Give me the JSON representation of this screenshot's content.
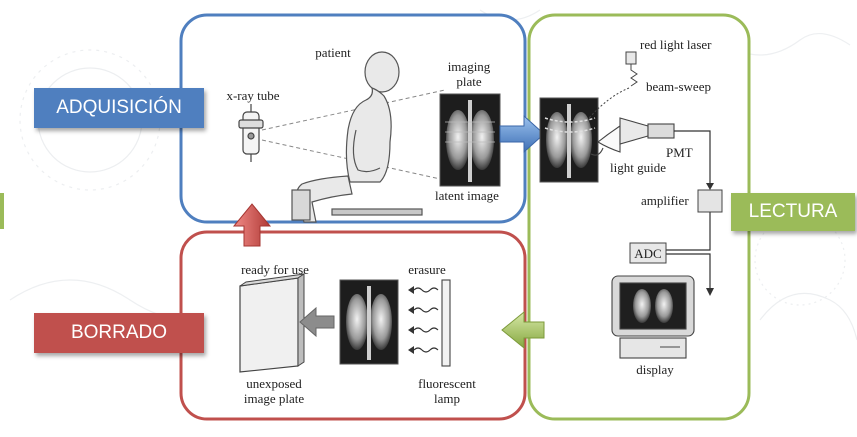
{
  "stages": {
    "acquisition": {
      "title": "ADQUISICIÓN",
      "color": "#4f7fbf"
    },
    "reading": {
      "title": "LECTURA",
      "color": "#9bbb59"
    },
    "erasing": {
      "title": "BORRADO",
      "color": "#c0504d"
    }
  },
  "labels": {
    "xray_tube": "x-ray tube",
    "patient": "patient",
    "imaging_plate_1": "imaging",
    "imaging_plate_2": "plate",
    "latent_image": "latent image",
    "red_light_laser": "red light laser",
    "beam_sweep": "beam-sweep",
    "pmt": "PMT",
    "light_guide": "light guide",
    "amplifier": "amplifier",
    "adc": "ADC",
    "display": "display",
    "ready_for_use": "ready for use",
    "erasure": "erasure",
    "unexposed_1": "unexposed",
    "unexposed_2": "image plate",
    "fluorescent_1": "fluorescent",
    "fluorescent_2": "lamp"
  },
  "colors": {
    "arrow_blue": "#4f7fbf",
    "arrow_green": "#9bbb59",
    "arrow_red": "#c0504d",
    "arrow_gray": "#8c8c8c"
  }
}
